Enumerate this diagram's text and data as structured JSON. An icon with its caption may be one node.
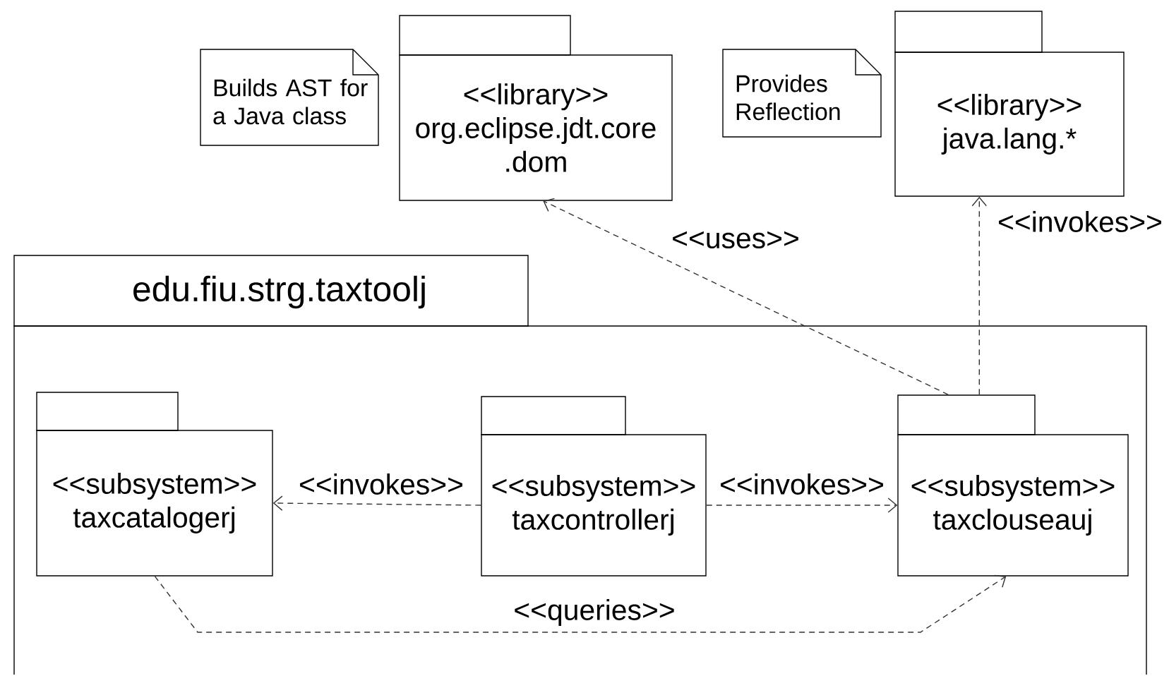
{
  "diagram": {
    "nodes": [
      {
        "text": [
          "Builds AST for a Java class"
        ]
      },
      {
        "text": [
          "<<library>>",
          "org.eclipse.jdt.core .dom"
        ]
      },
      {
        "text": [
          "Provides Reflection"
        ]
      },
      {
        "text": [
          "<<library>>",
          "java.lang.*"
        ]
      },
      {
        "text": [
          "edu.fiu.strg.taxtoolj"
        ]
      },
      {
        "text": [
          "<<subsystem>>",
          "taxcatalogerj"
        ],
        "in": 4
      },
      {
        "text": [
          "<<subsystem>>",
          "taxcontrollerj"
        ],
        "in": 4
      },
      {
        "text": [
          "<<subsystem>>",
          "taxclouseauj"
        ],
        "in": 4
      }
    ],
    "edges": [
      {
        "from": 6,
        "to": 5,
        "arrow": "to",
        "label": "<<invokes>>",
        "style": "dashed"
      },
      {
        "from": 6,
        "to": 7,
        "arrow": "to",
        "label": "<<invokes>>",
        "style": "dashed"
      },
      {
        "from": 5,
        "to": 7,
        "arrow": "to",
        "label": "<<queries>>",
        "style": "dashed"
      },
      {
        "from": 7,
        "to": 1,
        "arrow": "to",
        "label": "<<uses>>",
        "style": "dashed"
      },
      {
        "from": 7,
        "to": 3,
        "arrow": "to",
        "label": "<<invokes>>",
        "style": "dashed"
      }
    ]
  }
}
